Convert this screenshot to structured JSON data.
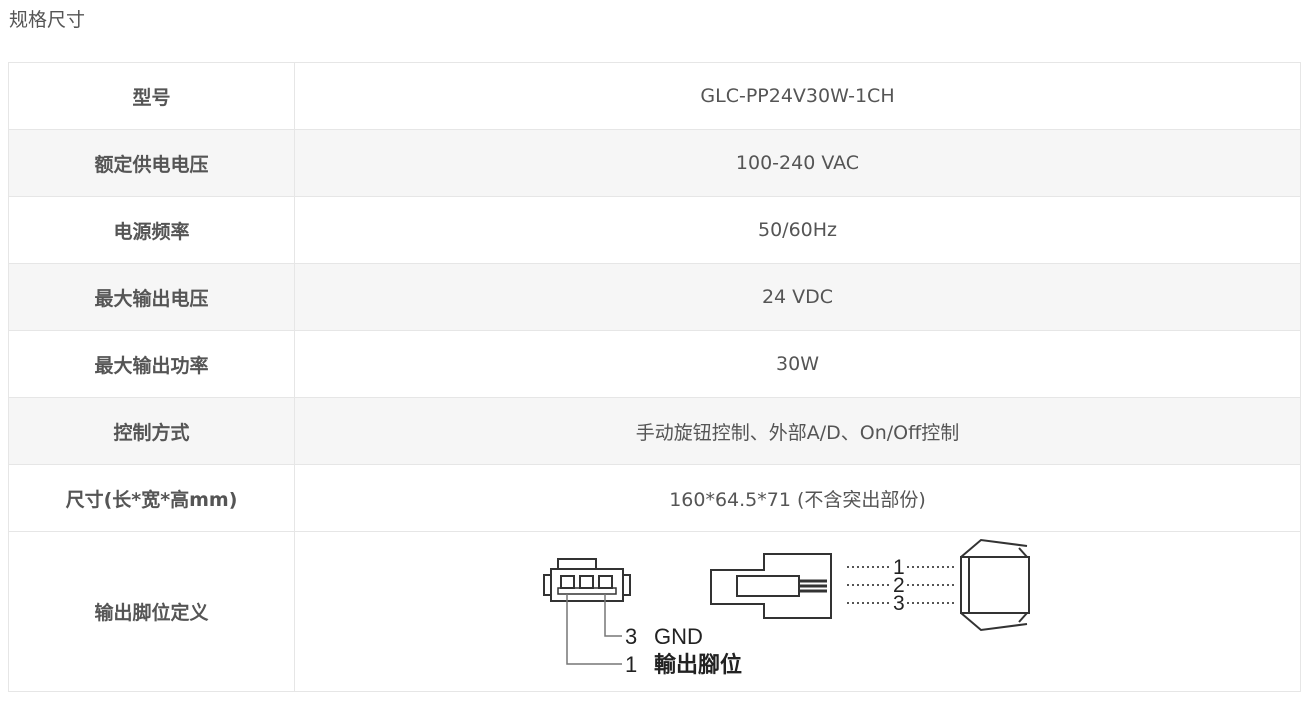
{
  "section_title": "规格尺寸",
  "rows": [
    {
      "label": "型号",
      "value": "GLC-PP24V30W-1CH"
    },
    {
      "label": "额定供电电压",
      "value": "100-240 VAC"
    },
    {
      "label": "电源频率",
      "value": "50/60Hz"
    },
    {
      "label": "最大输出电压",
      "value": "24 VDC"
    },
    {
      "label": "最大输出功率",
      "value": "30W"
    },
    {
      "label": "控制方式",
      "value": "手动旋钮控制、外部A/D、On/Off控制"
    },
    {
      "label": "尺寸(长*宽*高mm)",
      "value": "160*64.5*71 (不含突出部份)"
    }
  ],
  "pin_row": {
    "label": "输出脚位定义",
    "diagram": {
      "pin3_number": "3",
      "pin3_name": "GND",
      "pin1_number": "1",
      "pin1_name": "輸出腳位",
      "plug_pins": [
        "1",
        "2",
        "3"
      ]
    }
  }
}
